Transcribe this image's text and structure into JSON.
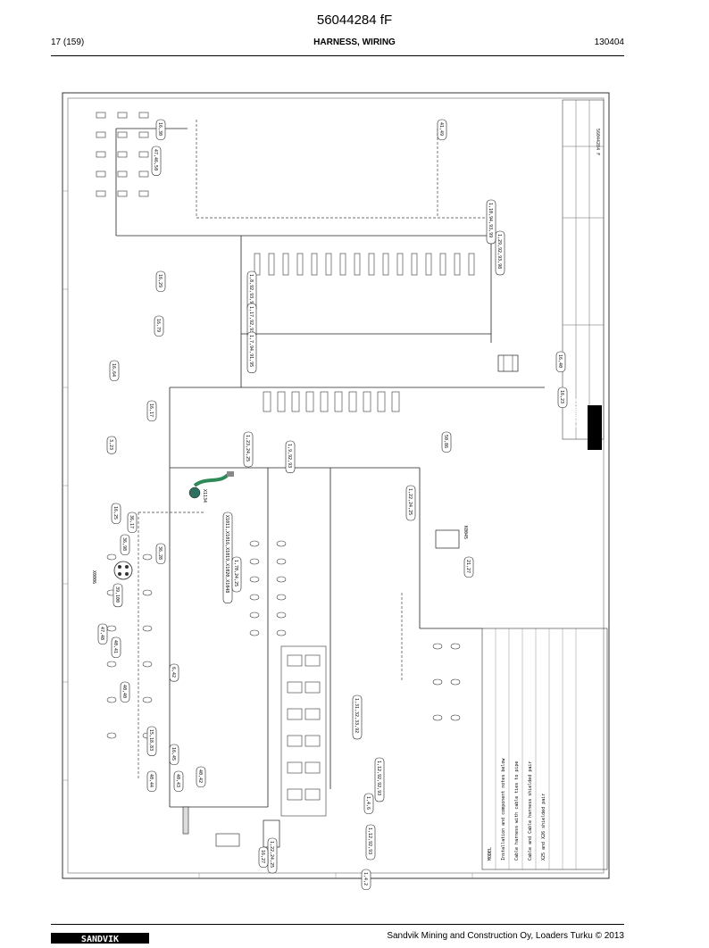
{
  "header": {
    "doc_number": "56044284 fF",
    "page": "17 (159)",
    "section": "HARNESS, WIRING",
    "code": "130404"
  },
  "drawing": {
    "brand": "SANDVIK",
    "part_number": "56044284 F",
    "connectors": [
      "X1134",
      "X0006",
      "K0045"
    ],
    "labels": [
      "X1011,X1016,X1019,X1020,X1048",
      "1,70,24,25",
      "1,23,24,25",
      "1,9,92,93",
      "1,8,92,93,94",
      "1,17,92,93",
      "1,7,94,91,95",
      "1,29,92,93,98",
      "1,10,94,93,99",
      "1,31,32,33,92",
      "1,12,92,92,93",
      "1,4,6",
      "1,12,92,93",
      "1,4,2",
      "1,22,24,25",
      "16,30",
      "16,29",
      "16,79",
      "16,64",
      "16,17",
      "16,25",
      "16,23",
      "16,40",
      "16,45",
      "16,27",
      "1,22,24,25",
      "15,18,83",
      "40,44",
      "40,43",
      "40,42",
      "40,40",
      "40,41",
      "47,48",
      "47,46,50",
      "41,49",
      "50,86",
      "3,23",
      "36,17",
      "36,28",
      "36,98",
      "39,100",
      "6,42",
      "21,27"
    ],
    "notes": [
      "MODEL",
      "Installation and component notes below",
      "Cable harness with cable ties to pipe",
      "Cable and Cable harness shielded pair",
      "X25 and X26 shielded pair"
    ]
  },
  "footer": {
    "brand": "SANDVIK",
    "copyright": "Sandvik Mining and Construction Oy, Loaders Turku © 2013"
  }
}
